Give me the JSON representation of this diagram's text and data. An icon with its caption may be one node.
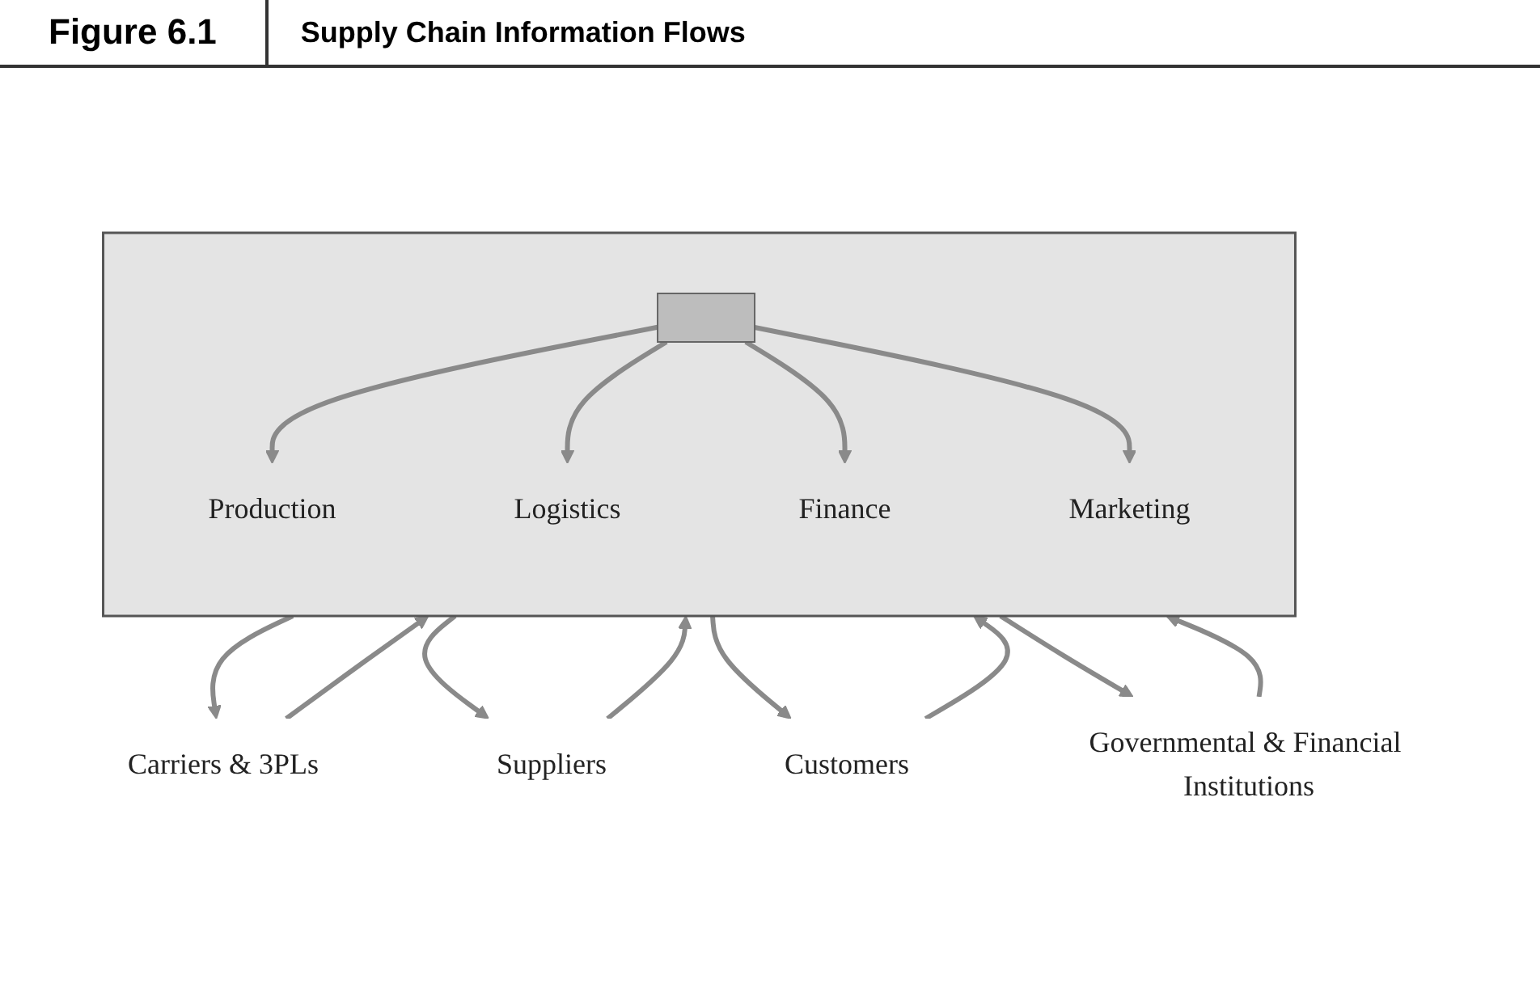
{
  "diagram": {
    "title": "Supply Chain Information Flows",
    "nodes": [
      {
        "text": [
          "Carriers & 3PLs"
        ]
      },
      {
        "text": [],
        "shape": "box"
      },
      {
        "text": [
          "Production"
        ],
        "in": 1
      },
      {
        "text": [
          "Logistics"
        ],
        "in": 1
      },
      {
        "text": [],
        "shape": "box",
        "in": 1
      },
      {
        "text": [
          "Finance"
        ],
        "in": 1
      },
      {
        "text": [
          "Marketing"
        ],
        "in": 1
      },
      {
        "text": [
          "Suppliers"
        ]
      },
      {
        "text": [
          "Customers"
        ]
      },
      {
        "text": [
          "Governmental & Financial Institutions"
        ]
      }
    ],
    "edges": [
      {
        "from": 0,
        "to": 1,
        "arrow": "to"
      },
      {
        "from": 1,
        "to": 0,
        "arrow": "to"
      },
      {
        "from": 1,
        "to": 7,
        "arrow": "to"
      },
      {
        "from": 7,
        "to": 1,
        "arrow": "to"
      },
      {
        "from": 1,
        "to": 8,
        "arrow": "to"
      },
      {
        "from": 8,
        "to": 1,
        "arrow": "to"
      },
      {
        "from": 1,
        "to": 9,
        "arrow": "to"
      },
      {
        "from": 9,
        "to": 1,
        "arrow": "to"
      },
      {
        "from": 4,
        "to": 2,
        "arrow": "to"
      },
      {
        "from": 4,
        "to": 3,
        "arrow": "to"
      },
      {
        "from": 4,
        "to": 5,
        "arrow": "to"
      },
      {
        "from": 4,
        "to": 6,
        "arrow": "to"
      }
    ],
    "labels": [
      "Figure 6.1"
    ]
  }
}
